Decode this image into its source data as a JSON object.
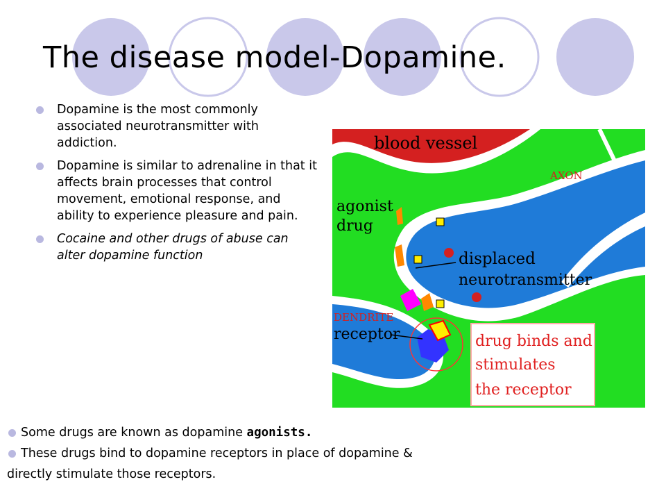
{
  "slide": {
    "title": "The disease model-Dopamine.",
    "bullets": [
      {
        "text": "Dopamine is the most commonly associated neurotransmitter with addiction.",
        "italic": false
      },
      {
        "text": "Dopamine is similar to adrenaline in that it affects brain processes that control movement, emotional response, and ability to experience pleasure and pain.",
        "italic": false
      },
      {
        "text": "Cocaine and other drugs of abuse can alter dopamine function",
        "italic": true
      }
    ],
    "bottom": {
      "line1_prefix": "Some drugs are known as dopamine ",
      "line1_bold": "agonists.",
      "line2": "These drugs bind to dopamine receptors in place of dopamine &",
      "line3": "directly stimulate those receptors."
    },
    "figure_labels": {
      "blood_vessel": "blood vessel",
      "axon": "AXON",
      "agonist_1": "agonist",
      "agonist_2": "drug",
      "displaced_1": "displaced",
      "displaced_2": "neurotransmitter",
      "dendrite": "DENDRITE",
      "receptor": "receptor",
      "binds_1": "drug binds and",
      "binds_2": "stimulates",
      "binds_3": "the receptor"
    },
    "colors": {
      "accent_circle": "#b9b8e0",
      "figure_green": "#22dd22",
      "figure_blue": "#1f7bd8",
      "blood_red": "#d42020",
      "label_red": "#e02020"
    }
  }
}
